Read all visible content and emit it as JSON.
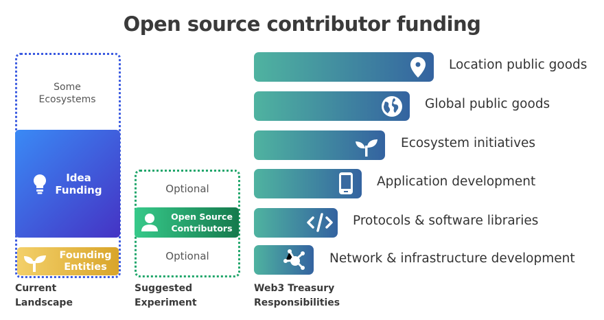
{
  "title": "Open source contributor funding",
  "current": {
    "top": "Some Ecosystems",
    "middle": "Idea Funding",
    "bottom": "Founding Entities",
    "caption": "Current Landscape",
    "colors": {
      "border": "#3a5ae0",
      "middle": "#4533c4",
      "bottom": "#e2b440"
    }
  },
  "suggested": {
    "top": "Optional",
    "middle": "Open Source Contributors",
    "bottom": "Optional",
    "caption": "Suggested Experiment",
    "colors": {
      "border": "#1fa56a",
      "middle": "#1f9a62"
    }
  },
  "treasury": {
    "caption": "Web3 Treasury Responsibilities",
    "items": [
      {
        "label": "Location public goods",
        "icon": "location-pin-icon"
      },
      {
        "label": "Global public goods",
        "icon": "globe-icon"
      },
      {
        "label": "Ecosystem initiatives",
        "icon": "sprout-icon"
      },
      {
        "label": "Application development",
        "icon": "mobile-phone-icon"
      },
      {
        "label": "Protocols & software libraries",
        "icon": "code-icon"
      },
      {
        "label": "Network & infrastructure development",
        "icon": "network-icon"
      }
    ]
  }
}
